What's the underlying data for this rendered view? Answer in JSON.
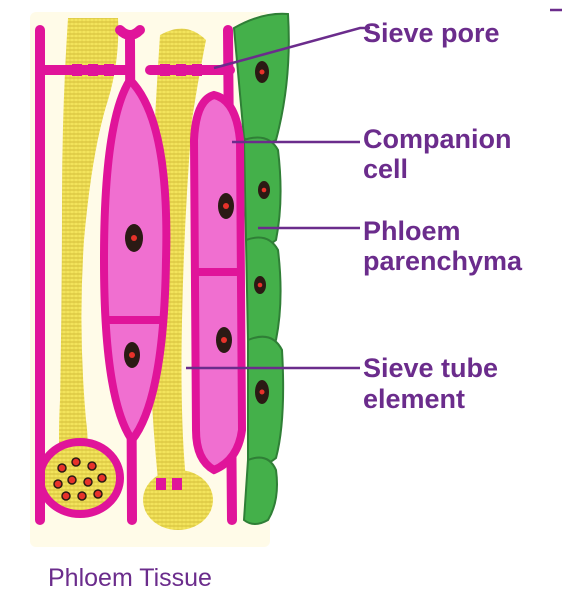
{
  "labels": {
    "sieve_pore": "Sieve pore",
    "companion_line1": "Companion",
    "companion_line2": "cell",
    "parenchyma_line1": "Phloem",
    "parenchyma_line2": "parenchyma",
    "sieve_tube_line1": "Sieve tube",
    "sieve_tube_line2": "element"
  },
  "caption": "Phloem Tissue",
  "colors": {
    "wall_magenta": "#e0149a",
    "cell_pink": "#f06fd0",
    "fiber_yellow": "#f3e45c",
    "background_cream": "#fffbe8",
    "parenchyma_green": "#44b04a",
    "nucleus": "#2b1a14",
    "nucleolus": "#e8322a",
    "label_purple": "#6b2c8c"
  }
}
